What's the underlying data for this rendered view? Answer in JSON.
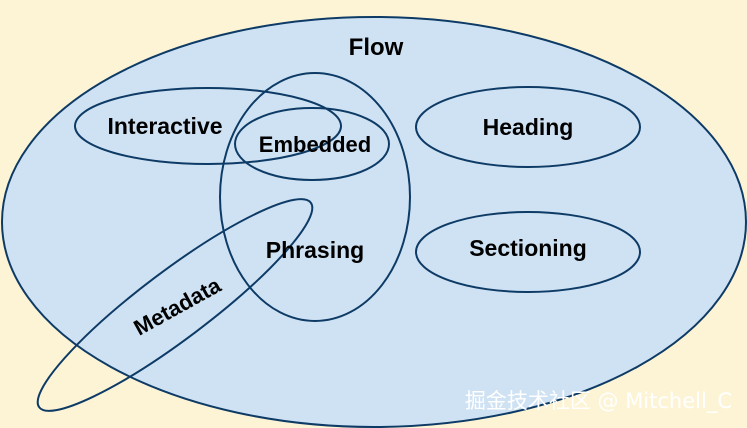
{
  "diagram": {
    "sets": {
      "flow": "Flow",
      "interactive": "Interactive",
      "embedded": "Embedded",
      "heading": "Heading",
      "phrasing": "Phrasing",
      "sectioning": "Sectioning",
      "metadata": "Metadata"
    },
    "watermark": "掘金技术社区 @ Mitchell_C"
  },
  "colors": {
    "background": "#fdf4d6",
    "fill": "#cfe2f3",
    "stroke": "#0d3b66",
    "text": "#000000",
    "watermark": "#ffffff"
  }
}
